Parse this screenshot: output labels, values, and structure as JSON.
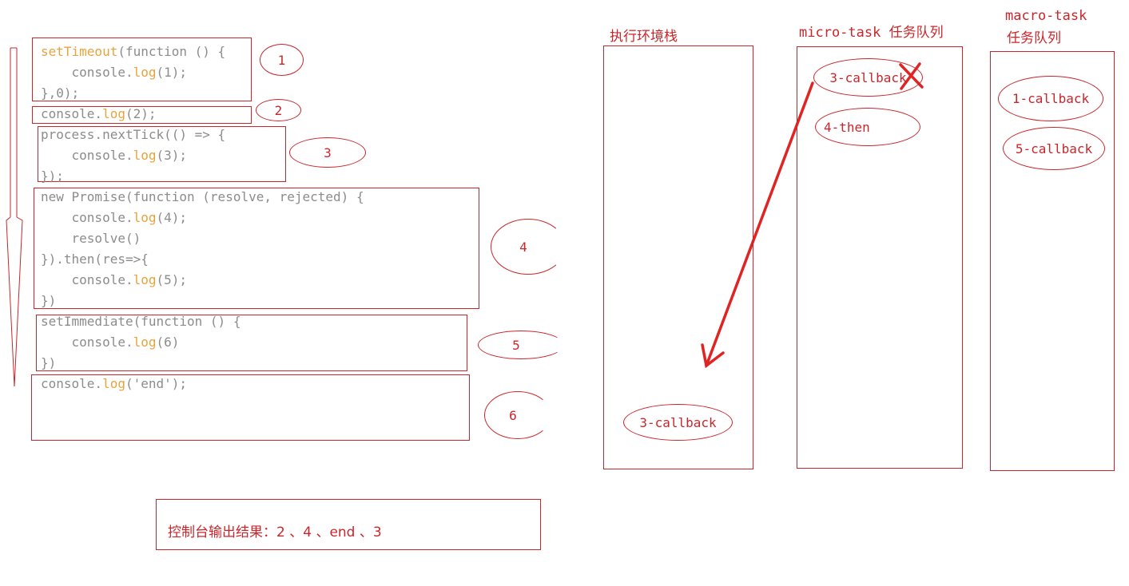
{
  "code_blocks": [
    {
      "id": "1",
      "lines": [
        [
          {
            "t": "setTimeout",
            "k": true
          },
          {
            "t": "(function () {",
            "k": false
          }
        ],
        [
          {
            "t": "    console.",
            "k": false
          },
          {
            "t": "log",
            "k": true
          },
          {
            "t": "(1);",
            "k": false
          }
        ],
        [
          {
            "t": "},0);",
            "k": false
          }
        ]
      ]
    },
    {
      "id": "2",
      "lines": [
        [
          {
            "t": "console.",
            "k": false
          },
          {
            "t": "log",
            "k": true
          },
          {
            "t": "(2);",
            "k": false
          }
        ]
      ]
    },
    {
      "id": "3",
      "lines": [
        [
          {
            "t": "process.nextTick(() => {",
            "k": false
          }
        ],
        [
          {
            "t": "    console.",
            "k": false
          },
          {
            "t": "log",
            "k": true
          },
          {
            "t": "(3);",
            "k": false
          }
        ],
        [
          {
            "t": "});",
            "k": false
          }
        ]
      ]
    },
    {
      "id": "4",
      "lines": [
        [
          {
            "t": "new Promise(function (resolve, rejected) {",
            "k": false
          }
        ],
        [
          {
            "t": "    console.",
            "k": false
          },
          {
            "t": "log",
            "k": true
          },
          {
            "t": "(4);",
            "k": false
          }
        ],
        [
          {
            "t": "    resolve()",
            "k": false
          }
        ],
        [
          {
            "t": "}).then(res=>{",
            "k": false
          }
        ],
        [
          {
            "t": "    console.",
            "k": false
          },
          {
            "t": "log",
            "k": true
          },
          {
            "t": "(5);",
            "k": false
          }
        ],
        [
          {
            "t": "})",
            "k": false
          }
        ]
      ]
    },
    {
      "id": "5",
      "lines": [
        [
          {
            "t": "setImmediate(function () {",
            "k": false
          }
        ],
        [
          {
            "t": "    console.",
            "k": false
          },
          {
            "t": "log",
            "k": true
          },
          {
            "t": "(6)",
            "k": false
          }
        ],
        [
          {
            "t": "})",
            "k": false
          }
        ]
      ]
    },
    {
      "id": "6",
      "lines": [
        [
          {
            "t": "console.",
            "k": false
          },
          {
            "t": "log",
            "k": true
          },
          {
            "t": "('end');",
            "k": false
          }
        ]
      ]
    }
  ],
  "step_numbers": [
    "1",
    "2",
    "3",
    "4",
    "5",
    "6"
  ],
  "columns": {
    "stack": {
      "title": "执行环境栈"
    },
    "micro": {
      "title": "micro-task 任务队列"
    },
    "macro": {
      "title_line1": "macro-task",
      "title_line2": "任务队列"
    }
  },
  "queue_items": {
    "micro": [
      "3-callback",
      "4-then"
    ],
    "macro": [
      "1-callback",
      "5-callback"
    ],
    "stack": [
      "3-callback"
    ]
  },
  "result": "控制台输出结果：2 、4 、end 、3",
  "colors": {
    "accent": "#c9262b",
    "code": "#8c8c8c",
    "keyword": "#e8a33c"
  }
}
